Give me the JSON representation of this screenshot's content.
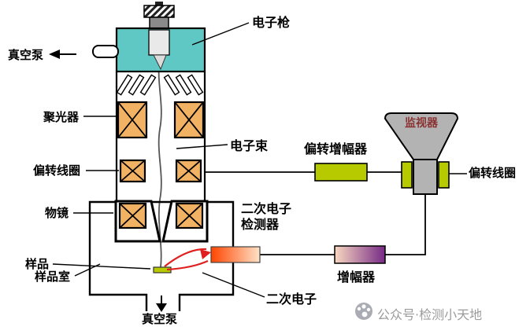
{
  "diagram": {
    "labels": {
      "electron_gun": "电子枪",
      "vacuum_pump_left": "真空泵",
      "condenser": "聚光器",
      "electron_beam": "电子束",
      "deflection_coil_left": "偏转线圈",
      "objective_lens": "物镜",
      "sample": "样品",
      "sample_chamber": "样品室",
      "vacuum_pump_bottom": "真空泵",
      "secondary_detector_line1": "二次电子",
      "secondary_detector_line2": "检测器",
      "secondary_electron": "二次电子",
      "deflection_amplifier": "偏转增幅器",
      "monitor": "监视器",
      "deflection_coil_right": "偏转线圈",
      "amplifier": "增幅器"
    },
    "watermark": {
      "text": "公众号·检测小天地"
    },
    "colors": {
      "gun_housing": "#5fc8c5",
      "lens_coil": "#f2b263",
      "amplifier_green": "#b7ca00",
      "monitor_body": "#b3b3b3",
      "monitor_label": "#8b3232",
      "detector_gradient_start": "#ff4500",
      "detector_gradient_end": "#ffe3c8",
      "amplifier_gradient_start": "#f8d8c0",
      "amplifier_gradient_end": "#772a85",
      "secondary_electron_red": "#e02020",
      "sample_fill": "#b7ca00"
    }
  }
}
